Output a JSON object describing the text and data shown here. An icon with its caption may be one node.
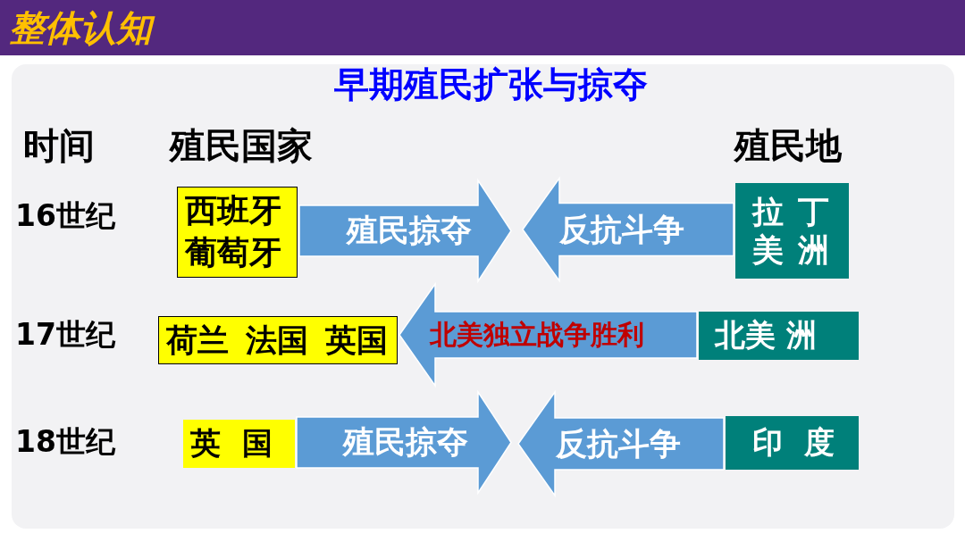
{
  "diagram": {
    "title": "早期殖民扩张与掠夺",
    "nodes": [
      {
        "text": [
          "整体认知"
        ]
      },
      {
        "text": [
          "西班牙葡萄牙"
        ]
      },
      {
        "text": [
          "拉丁美洲"
        ]
      },
      {
        "text": [
          "荷兰 法国 英国"
        ]
      },
      {
        "text": [
          "北美 洲"
        ]
      },
      {
        "text": [
          "英国"
        ]
      },
      {
        "text": [
          "印度"
        ]
      }
    ],
    "edges": [
      {
        "from": 1,
        "to": null,
        "arrow": "to",
        "label": "殖民掠夺"
      },
      {
        "from": 2,
        "to": null,
        "arrow": "to",
        "label": "反抗斗争"
      },
      {
        "from": 4,
        "to": 3,
        "arrow": "to",
        "label": "北美独立战争胜利"
      },
      {
        "from": 5,
        "to": null,
        "arrow": "to",
        "label": "殖民掠夺"
      },
      {
        "from": 6,
        "to": null,
        "arrow": "to",
        "label": "反抗斗争"
      }
    ],
    "labels": [
      "时间",
      "殖民国家",
      "殖民地",
      "16世纪",
      "17世纪",
      "18世纪"
    ]
  }
}
